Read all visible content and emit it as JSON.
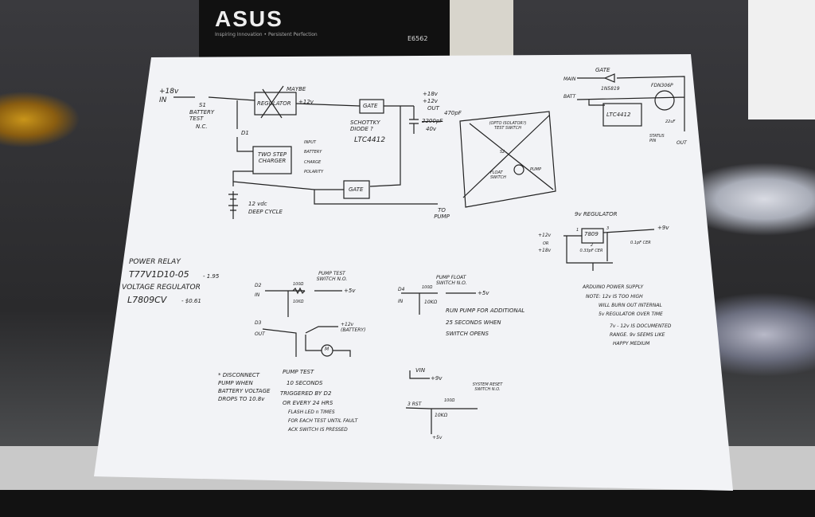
{
  "background": {
    "box_brand": "ASUS",
    "box_tagline": "Inspiring Innovation • Persistent Perfection",
    "box_model": "E6562"
  },
  "schematic": {
    "main": {
      "in_label": "+18v IN",
      "switch": "S1",
      "switch_note": "BATTERY TEST",
      "switch_type": "N.C.",
      "regulator": "REGULATOR",
      "regulator_note": "MAYBE",
      "reg_out": "+12v",
      "gate_top": "GATE",
      "schottky": "SCHOTTKY DIODE ?",
      "ltc": "LTC4412",
      "out_v1": "+18v",
      "out_v2": "+12v",
      "out_label": "OUT",
      "cap_value": "2200pF",
      "cap_voltage": "40v",
      "cap_alt": "470pF",
      "diode": "D1",
      "charger": "TWO STEP CHARGER",
      "led_labels": [
        "INPUT",
        "BATTERY",
        "CHARGE",
        "POLARITY"
      ],
      "battery": "12 vdc",
      "battery_type": "DEEP CYCLE",
      "gate_bottom": "GATE",
      "to_pump": "TO PUMP"
    },
    "pump_box": {
      "note": "(OPTO ISOLATOR?) TEST SWITCH",
      "relay": "S2",
      "float": "FLOAT SWITCH",
      "pump": "PUMP"
    },
    "gate_circuit": {
      "title": "GATE",
      "main": "MAIN",
      "batt": "BATT",
      "diode": "1N5819",
      "mosfet": "FDN306P",
      "chip": "LTC4412",
      "status": "STATUS PIN",
      "out": "OUT",
      "cap": "22uF"
    },
    "parts": {
      "relay_label": "POWER RELAY",
      "relay_part": "T77V1D10-05",
      "relay_price": "- 1.95",
      "reg_label": "VOLTAGE REGULATOR",
      "reg_part": "L7809CV",
      "reg_price": "- $0.61"
    },
    "pump_test_switch": {
      "title": "PUMP TEST SWITCH N.O.",
      "pin": "D2",
      "pin_dir": "IN",
      "r1": "100Ω",
      "r2": "10KΩ",
      "vcc": "+5v"
    },
    "relay_circuit": {
      "pin": "D3",
      "pin_dir": "OUT",
      "supply": "+12v (BATTERY)",
      "motor": "M"
    },
    "float_switch": {
      "title": "PUMP FLOAT SWITCH N.O.",
      "pin": "D4",
      "pin_dir": "IN",
      "r1": "100Ω",
      "r2": "10KΩ",
      "vcc": "+5v",
      "note": [
        "RUN PUMP FOR ADDITIONAL",
        "25 SECONDS WHEN",
        "SWITCH OPENS"
      ]
    },
    "disconnect_note": [
      "* DISCONNECT",
      "PUMP WHEN",
      "BATTERY VOLTAGE",
      "DROPS TO 10.8v"
    ],
    "pump_test_note": [
      "PUMP TEST",
      "10 SECONDS",
      "TRIGGERED BY D2",
      "OR EVERY 24 HRS",
      "FLASH LED n TIMES",
      "FOR EACH TEST UNTIL FAULT",
      "ACK SWITCH IS PRESSED"
    ],
    "reset": {
      "vin": "VIN",
      "vin_v": "+9v",
      "rst": "3 RST",
      "r1": "100Ω",
      "r2": "10KΩ",
      "vcc": "+5v",
      "title": "SYSTEM RESET SWITCH N.O."
    },
    "reg9": {
      "title": "9v REGULATOR",
      "in1": "+12v",
      "in_or": "OR",
      "in2": "+18v",
      "chip": "7809",
      "pin1": "1",
      "pin2": "2",
      "pin3": "3",
      "cap_in": "0.33pF CER",
      "cap_out": "0.1pF CER",
      "out": "+9v"
    },
    "arduino_note": [
      "ARDUINO POWER SUPPLY",
      "NOTE: 12v IS TOO HIGH",
      "WILL BURN OUT INTERNAL",
      "5v REGULATOR OVER TIME",
      "7v - 12v IS DOCUMENTED",
      "RANGE. 9v SEEMS LIKE",
      "HAPPY MEDIUM"
    ]
  }
}
